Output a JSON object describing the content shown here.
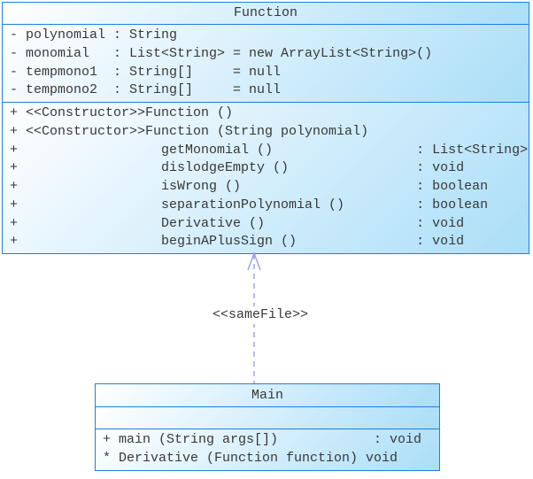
{
  "colors": {
    "border": "#1f7ee2",
    "fill_light": "#ffffff",
    "fill_dark": "#aadef8",
    "arrow": "#9a9ee9",
    "text": "#383838"
  },
  "function_class": {
    "name": "Function",
    "attributes": [
      "- polynomial : String",
      "- monomial   : List<String> = new ArrayList<String>()",
      "- tempmono1  : String[]     = null",
      "- tempmono2  : String[]     = null"
    ],
    "methods": [
      "+ <<Constructor>>Function ()",
      "+ <<Constructor>>Function (String polynomial)",
      "+                  getMonomial ()                  : List<String>",
      "+                  dislodgeEmpty ()                : void",
      "+                  isWrong ()                      : boolean",
      "+                  separationPolynomial ()         : boolean",
      "+                  Derivative ()                   : void",
      "+                  beginAPlusSign ()               : void"
    ]
  },
  "main_class": {
    "name": "Main",
    "methods": [
      "+ main (String args[])            : void",
      "* Derivative (Function function) void"
    ]
  },
  "relation": {
    "stereotype": "<<sameFile>>"
  }
}
